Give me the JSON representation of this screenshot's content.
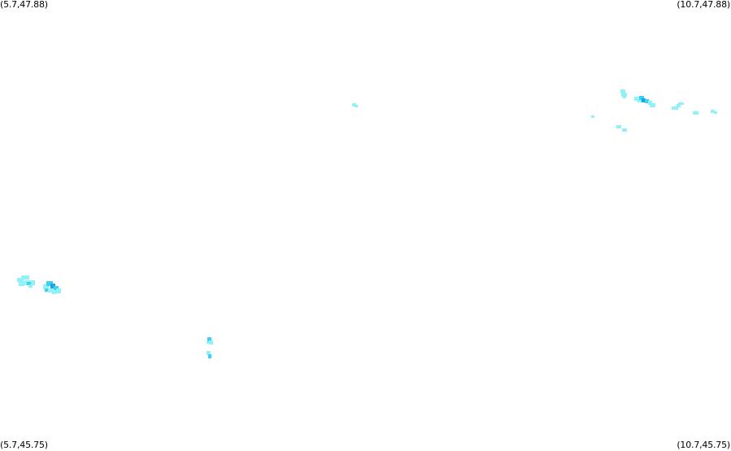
{
  "corners": {
    "top_left": "(5.7,47.88)",
    "top_right": "(10.7,47.88)",
    "bottom_left": "(5.7,45.75)",
    "bottom_right": "(10.7,45.75)"
  },
  "colors": {
    "background": "#ffffff",
    "light": "#8ff2f8",
    "medium": "#3ed0f0",
    "dark": "#1aa6e6"
  }
}
